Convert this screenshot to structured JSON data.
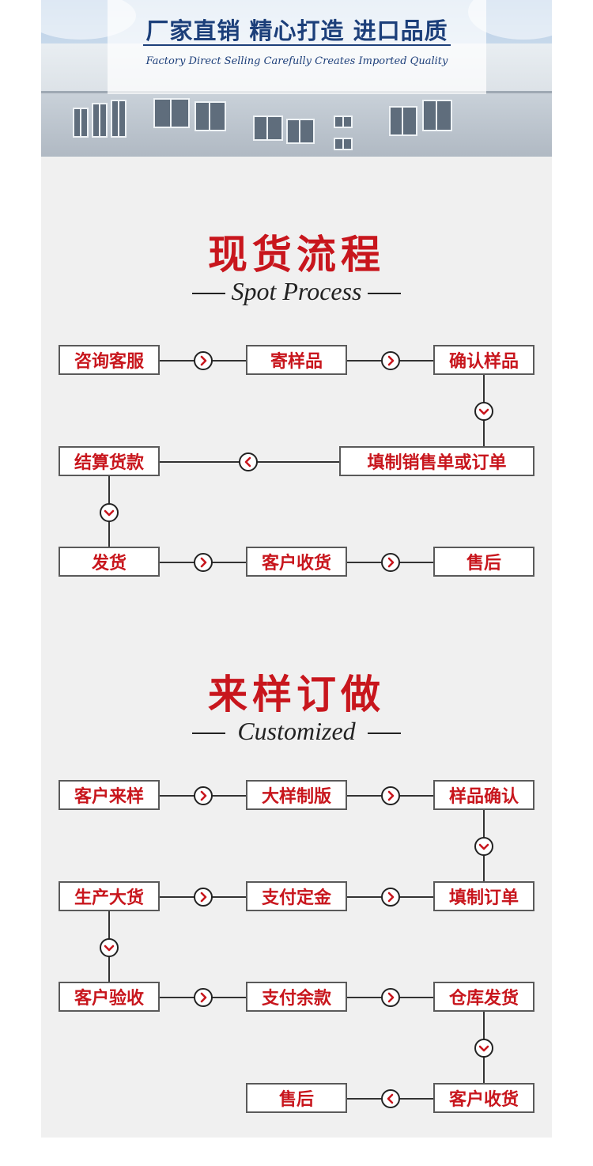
{
  "banner": {
    "title": "厂家直销 精心打造 进口品质",
    "subtitle": "Factory Direct Selling Carefully Creates Imported Quality"
  },
  "spot_process": {
    "title": "现货流程",
    "subtitle": "Spot Process",
    "steps": {
      "consult": "咨询客服",
      "send_sample": "寄样品",
      "confirm_sample": "确认样品",
      "fill_order": "填制销售单或订单",
      "settle_payment": "结算货款",
      "ship": "发货",
      "customer_receive": "客户收货",
      "after_sales": "售后"
    }
  },
  "customized": {
    "title": "来样订做",
    "subtitle": "Customized",
    "steps": {
      "customer_sample": "客户来样",
      "plate_making": "大样制版",
      "sample_confirm": "样品确认",
      "fill_order": "填制订单",
      "pay_deposit": "支付定金",
      "mass_production": "生产大货",
      "acceptance": "客户验收",
      "pay_balance": "支付余款",
      "warehouse_ship": "仓库发货",
      "customer_receive": "客户收货",
      "after_sales": "售后"
    }
  },
  "colors": {
    "accent_red": "#c8161d",
    "banner_blue": "#1c3f7a",
    "content_bg": "#f0f0f0"
  }
}
